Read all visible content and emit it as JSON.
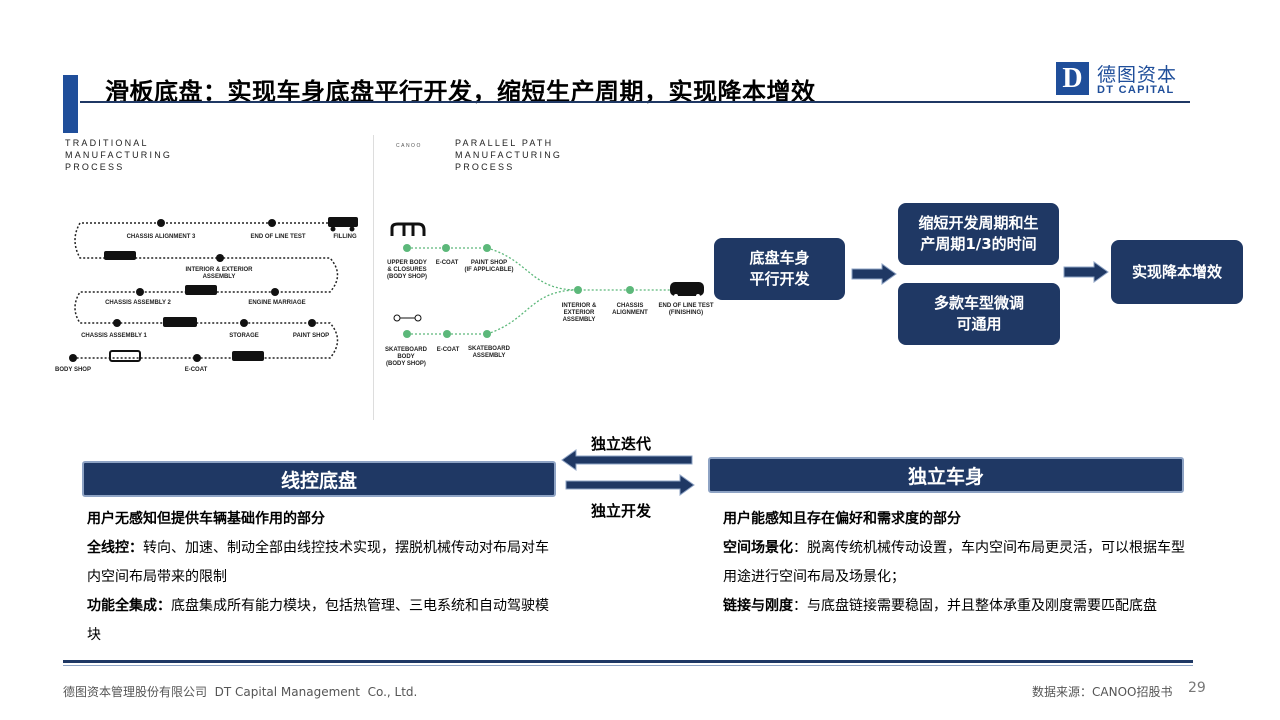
{
  "header": {
    "title": "滑板底盘：实现车身底盘平行开发，缩短生产周期，实现降本增效"
  },
  "logo": {
    "mark": "D",
    "cn": "德图资本",
    "en": "DT CAPITAL"
  },
  "traditional": {
    "heading": [
      "TRADITIONAL",
      "MANUFACTURING",
      "PROCESS"
    ],
    "steps": {
      "chassis_alignment_3": "CHASSIS ALIGNMENT 3",
      "end_of_line": "END OF LINE TEST",
      "filling": "FILLING",
      "interior": [
        "INTERIOR & EXTERIOR",
        "ASSEMBLY"
      ],
      "chassis_2": "CHASSIS ASSEMBLY 2",
      "engine": "ENGINE MARRIAGE",
      "chassis_1": "CHASSIS ASSEMBLY 1",
      "storage": "STORAGE",
      "paint": "PAINT SHOP",
      "body": "BODY SHOP",
      "ecoat": "E-COAT"
    }
  },
  "parallel": {
    "brand": "CANOO",
    "heading": [
      "PARALLEL PATH",
      "MANUFACTURING",
      "PROCESS"
    ],
    "steps": {
      "upper": [
        "UPPER BODY",
        "& CLOSURES",
        "(BODY SHOP)"
      ],
      "ecoat1": "E-COAT",
      "paint": [
        "PAINT SHOP",
        "(IF APPLICABLE)"
      ],
      "skate": [
        "SKATEBOARD",
        "BODY",
        "(BODY SHOP)"
      ],
      "ecoat2": "E-COAT",
      "skate_asm": [
        "SKATEBOARD",
        "ASSEMBLY"
      ],
      "interior": [
        "INTERIOR &",
        "EXTERIOR",
        "ASSEMBLY"
      ],
      "alignment": [
        "CHASSIS",
        "ALIGNMENT"
      ],
      "eol": [
        "END OF LINE TEST",
        "(FINISHING)"
      ]
    }
  },
  "flow": {
    "b1": [
      "底盘车身",
      "平行开发"
    ],
    "b2": [
      "缩短开发周期和生",
      "产周期1/3的时间"
    ],
    "b3": [
      "多款车型微调",
      "可通用"
    ],
    "b4": "实现降本增效"
  },
  "bottom": {
    "arrow_top": "独立迭代",
    "arrow_bottom": "独立开发",
    "left": {
      "title": "线控底盘",
      "intro": "用户无感知但提供车辆基础作用的部分",
      "p1_k": "全线控：",
      "p1": "转向、加速、制动全部由线控技术实现，摆脱机械传动对布局对车内空间布局带来的限制",
      "p2_k": "功能全集成：",
      "p2": "底盘集成所有能力模块，包括热管理、三电系统和自动驾驶模块"
    },
    "right": {
      "title": "独立车身",
      "intro": "用户能感知且存在偏好和需求度的部分",
      "p1_k": "空间场景化",
      "p1": "：脱离传统机械传动设置，车内空间布局更灵活，可以根据车型用途进行空间布局及场景化；",
      "p2_k": "链接与刚度",
      "p2": "：与底盘链接需要稳固，并且整体承重及刚度需要匹配底盘"
    }
  },
  "footer": {
    "company": "德图资本管理股份有限公司  DT Capital Management  Co., Ltd.",
    "source": "数据来源：CANOO招股书",
    "page": "29"
  },
  "colors": {
    "navy": "#1f3864",
    "brand": "#1f4e9a",
    "green": "#5cb87a"
  }
}
